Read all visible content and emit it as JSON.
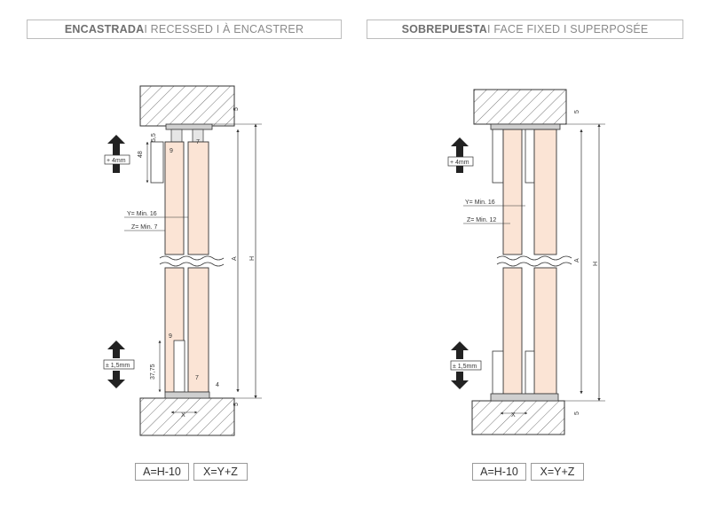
{
  "headers": {
    "left": {
      "bold": "ENCASTRADA",
      "rest": " I RECESSED I À ENCASTRER"
    },
    "right": {
      "bold": "SOBREPUESTA",
      "rest": " I FACE FIXED I SUPERPOSÉE"
    }
  },
  "left_diagram": {
    "dim_5_top": "5",
    "dim_5_5": "5,5",
    "dim_48": "48",
    "dim_9_top": "9",
    "dim_7_top": "7",
    "adjust_top": "+ 4mm",
    "label_y": "Y= Min. 16",
    "label_z": "Z= Min. 7",
    "label_a": "A",
    "label_h": "H",
    "dim_9_bottom": "9",
    "dim_37_75": "37,75",
    "adjust_bottom": "± 1,5mm",
    "dim_7_bottom": "7",
    "dim_4": "4",
    "dim_5_bottom": "5",
    "label_x": "X"
  },
  "right_diagram": {
    "dim_5_top": "5",
    "adjust_top": "+ 4mm",
    "label_y": "Y= Min. 16",
    "label_z": "Z= Min. 12",
    "label_a": "A",
    "label_h": "H",
    "adjust_bottom": "± 1,5mm",
    "dim_5_bottom": "5",
    "label_x": "X"
  },
  "formulas": {
    "left": {
      "a": "A=H-10",
      "x": "X=Y+Z"
    },
    "right": {
      "a": "A=H-10",
      "x": "X=Y+Z"
    }
  },
  "colors": {
    "panel": "#fbe4d5",
    "hatch": "#555555",
    "line": "#333333"
  }
}
